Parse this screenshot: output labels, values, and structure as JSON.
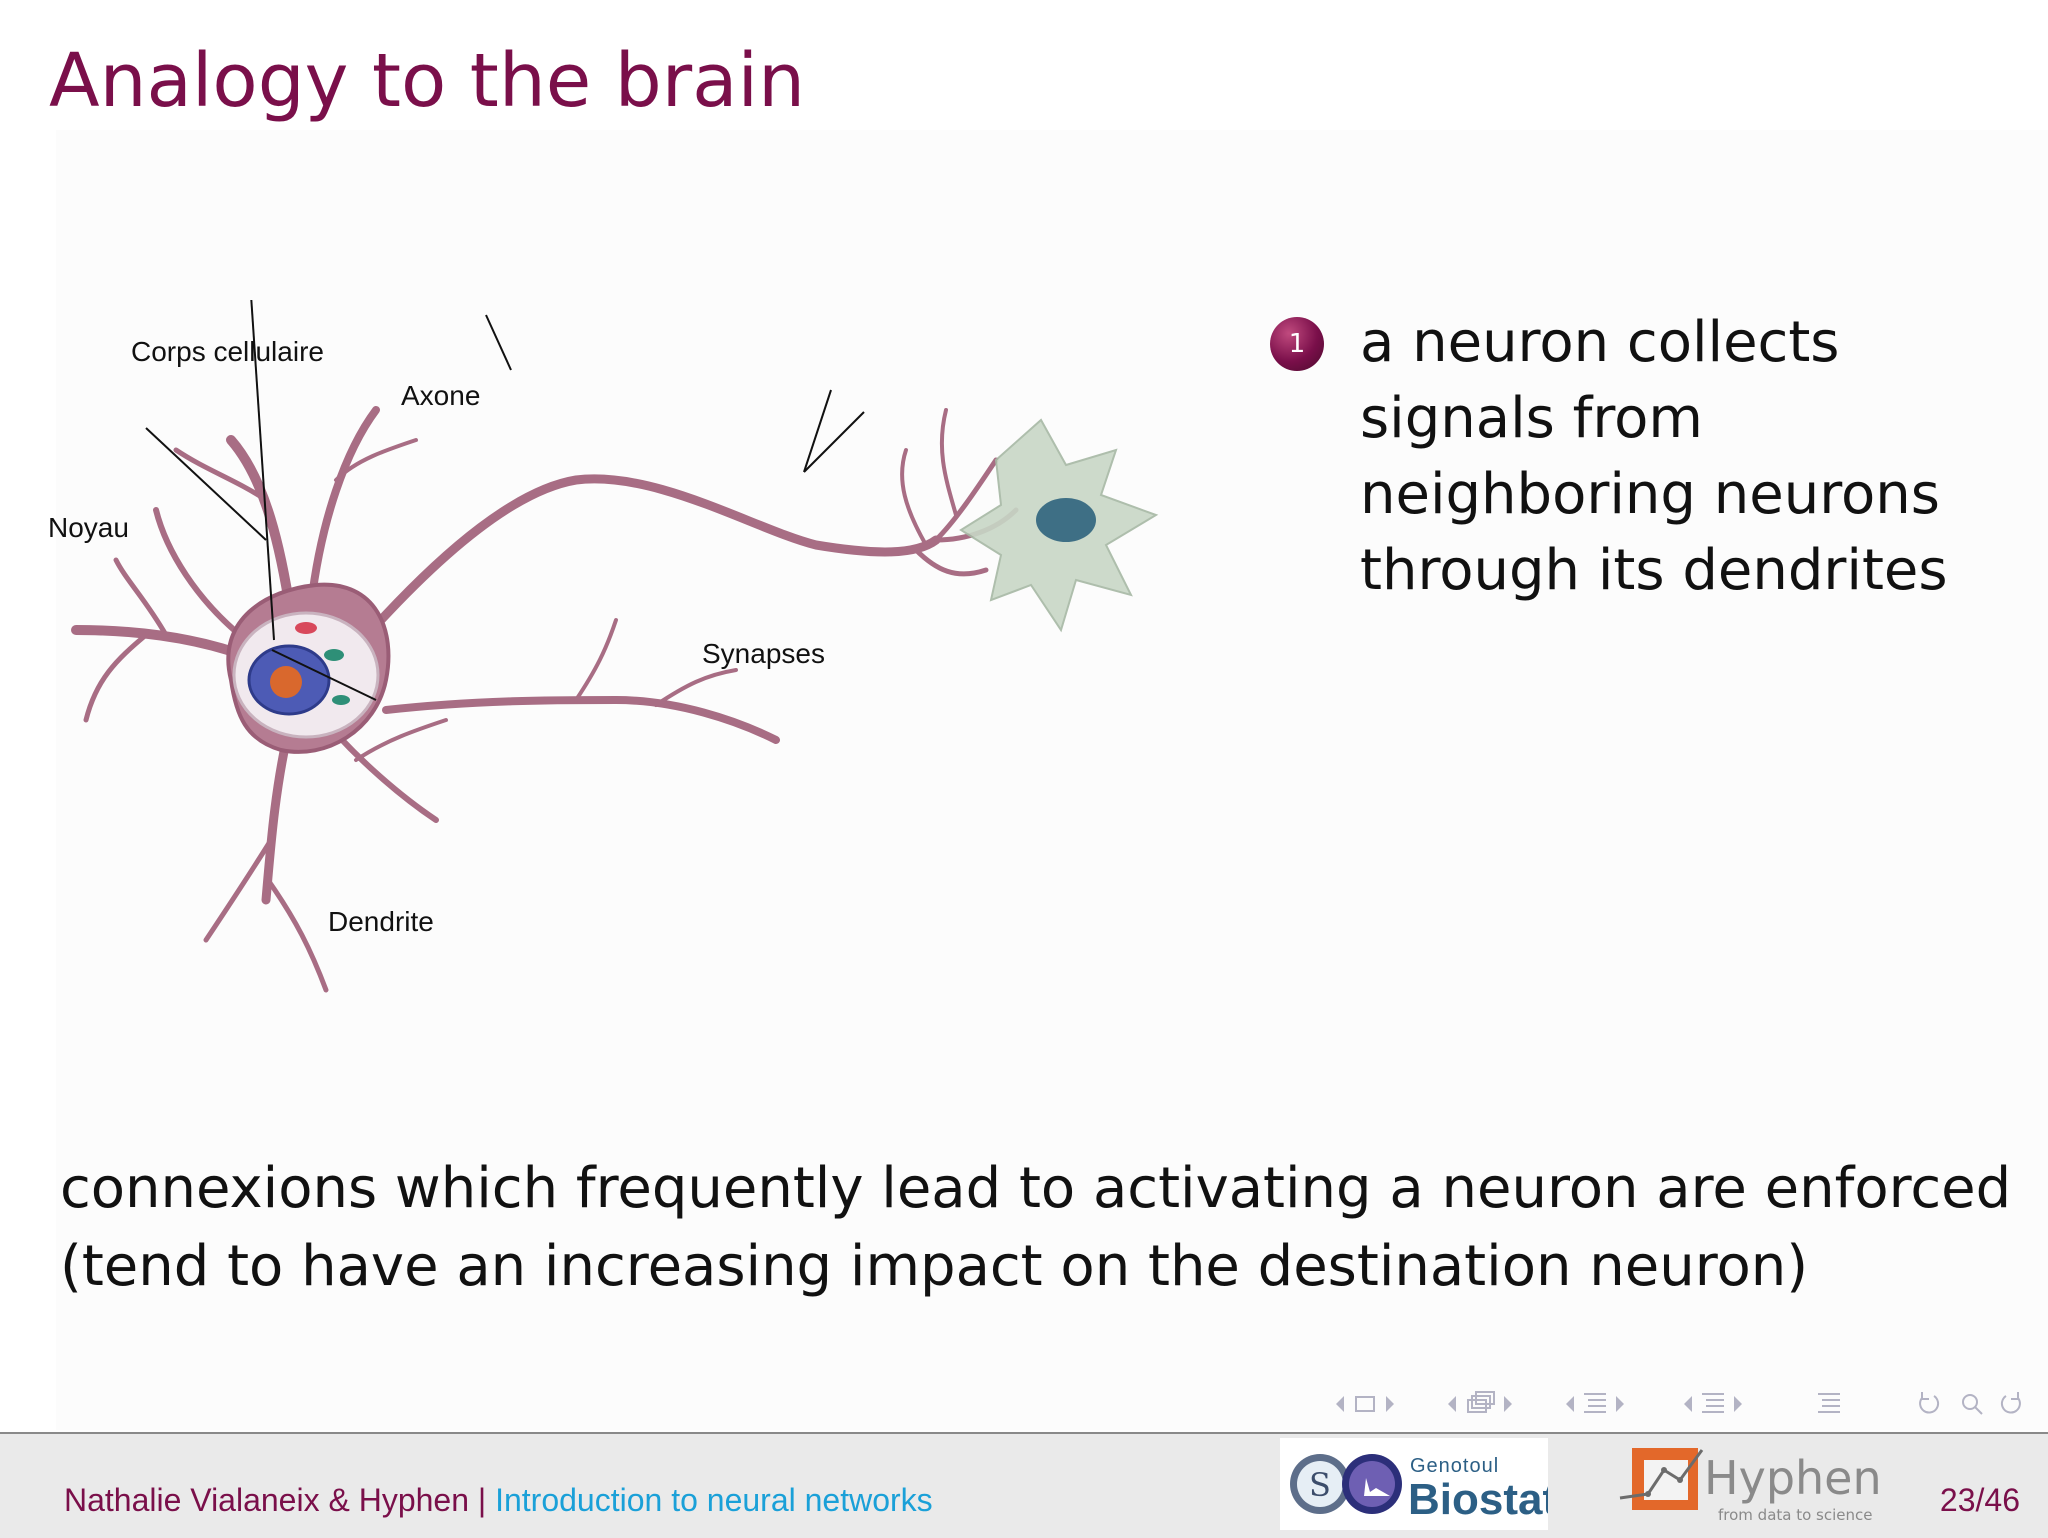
{
  "slide": {
    "title": "Analogy to the brain",
    "bullet_number": "1",
    "bullet_text": "a neuron collects signals from neighboring neurons through its dendrites",
    "bottom_text": "connexions which frequently lead to activating a neuron are enforced (tend to have an increasing impact on the destination neuron)"
  },
  "figure": {
    "labels": {
      "corps": "Corps cellulaire",
      "axone": "Axone",
      "noyau": "Noyau",
      "synapses": "Synapses",
      "dendrite": "Dendrite"
    }
  },
  "footer": {
    "authors": "Nathalie Vialaneix & Hyphen",
    "separator": "|",
    "talk": "Introduction to neural networks",
    "page": "23/46",
    "logo1_top": "Genotoul",
    "logo1_main": "Biostat",
    "logo2_main": "Hyphen",
    "logo2_sub": "from data to science"
  },
  "colors": {
    "title": "#7a0f4a",
    "link": "#1aa0d8",
    "neuron": "#a86d84"
  }
}
